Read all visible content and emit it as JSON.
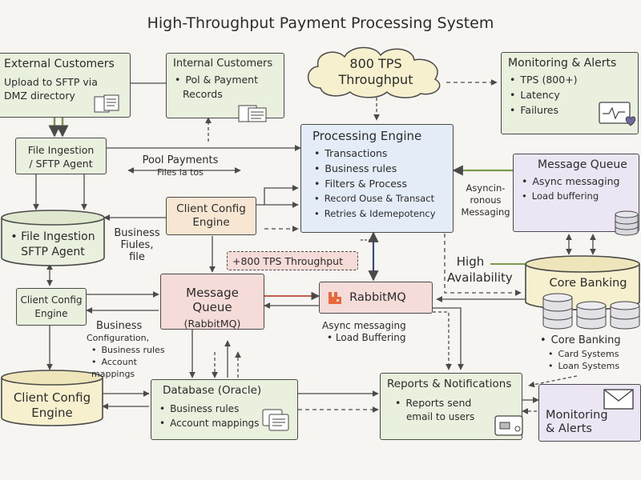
{
  "title": "High-Throughput Payment Processing System",
  "nodes": {
    "external_customers": {
      "title": "External Customers",
      "lines": [
        "Upload to SFTP via",
        "DMZ directory"
      ]
    },
    "internal_customers": {
      "title": "Internal Customers",
      "items": [
        "Pol & Payment",
        "Records"
      ]
    },
    "throughput_cloud": {
      "lines": [
        "800 TPS",
        "Throughput"
      ]
    },
    "monitoring_top": {
      "title": "Monitoring & Alerts",
      "items": [
        "TPS (800+)",
        "Latency",
        "Failures"
      ]
    },
    "file_ingestion_agent": {
      "lines": [
        "File Ingestion",
        "/ SFTP Agent"
      ]
    },
    "processing_engine": {
      "title": "Processing Engine",
      "items": [
        "Transactions",
        "Business rules",
        "Filters & Process",
        "Record Ouse & Transact",
        "Retries & Idemepotency"
      ]
    },
    "message_queue_right": {
      "title": "Message Queue",
      "items": [
        "Async messaging",
        "Load buffering"
      ]
    },
    "file_ingestion_db": {
      "lines": [
        "• File Ingestion",
        "SFTP Agent"
      ]
    },
    "client_config_center": {
      "lines": [
        "Client Config",
        "Engine"
      ]
    },
    "throughput_tag": {
      "text": "+800 TPS Throughput"
    },
    "core_banking_db": {
      "text": "Core Banking"
    },
    "client_config_left": {
      "lines": [
        "Client Config",
        "Engine"
      ]
    },
    "message_queue_center": {
      "lines": [
        "Message Queue",
        "(RabbitMQ)"
      ]
    },
    "rabbitmq": {
      "text": "RabbitMQ",
      "logo": "rabbitmq-logo-icon"
    },
    "client_config_db": {
      "lines": [
        "Client Config",
        "Engine"
      ]
    },
    "database_oracle": {
      "title": "Database (Oracle)",
      "items": [
        "Business rules",
        "Account mappings"
      ]
    },
    "reports_notifications": {
      "title": "Reports & Notifications",
      "items": [
        "Reports send",
        "email to users"
      ]
    },
    "monitoring_bottom": {
      "lines": [
        "Monitoring",
        "& Alerts"
      ]
    }
  },
  "labels": {
    "pool_payments": {
      "lines": [
        "Pool Payments",
        "Files ia tos"
      ]
    },
    "business_files": {
      "lines": [
        "Business",
        "Fiules,",
        "file"
      ]
    },
    "asynchronous_messaging": {
      "lines": [
        "Asyncin-",
        "ronous",
        "Messaging"
      ]
    },
    "high_availability": {
      "lines": [
        "High",
        "Availability"
      ]
    },
    "business_configuration": {
      "lines": [
        "Business",
        "Configuration,"
      ],
      "items": [
        "Business rules",
        "Account mappings"
      ]
    },
    "async_messaging_note": {
      "lines": [
        "Async messaging"
      ],
      "items": [
        "Load Buffering"
      ]
    },
    "core_banking_list": {
      "items": [
        "Core Banking"
      ],
      "subitems": [
        "Card Systems",
        "Loan Systems"
      ]
    }
  },
  "colors": {
    "green": "#e9f0dd",
    "blue": "#e4ecf7",
    "lavender": "#ece6f4",
    "pink": "#f6dcd8",
    "peach": "#f7e6d2",
    "cream": "#f7f0cf",
    "rabbitmq_orange": "#e8683a",
    "ink": "#4a4a4a"
  },
  "icons": [
    "document-stack-icon",
    "document-icon",
    "monitor-heart-icon",
    "database-stack-icon",
    "envelope-icon",
    "documents-icon",
    "rabbitmq-logo-icon",
    "wallet-icon"
  ]
}
